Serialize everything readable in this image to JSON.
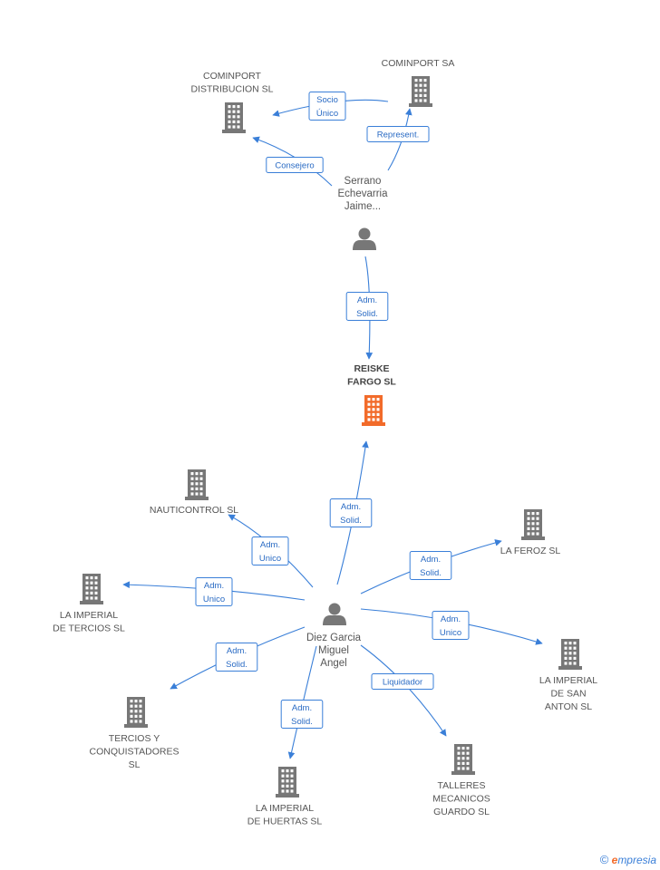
{
  "colors": {
    "company": "#777777",
    "focus_company": "#f26b2a",
    "person": "#777777",
    "edge": "#3a7fd8"
  },
  "nodes": [
    {
      "id": "cominport_sa",
      "kind": "company",
      "lines": [
        "COMINPORT SA"
      ]
    },
    {
      "id": "cominport_dist",
      "kind": "company",
      "lines": [
        "COMINPORT",
        "DISTRIBUCION SL"
      ]
    },
    {
      "id": "serrano",
      "kind": "person",
      "lines": [
        "Serrano",
        "Echevarria",
        "Jaime..."
      ]
    },
    {
      "id": "reiske",
      "kind": "focus",
      "lines": [
        "REISKE",
        "FARGO SL"
      ]
    },
    {
      "id": "diez",
      "kind": "person",
      "lines": [
        "Diez Garcia",
        "Miguel",
        "Angel"
      ]
    },
    {
      "id": "nauticontrol",
      "kind": "company",
      "lines": [
        "NAUTICONTROL SL"
      ]
    },
    {
      "id": "la_feroz",
      "kind": "company",
      "lines": [
        "LA FEROZ SL"
      ]
    },
    {
      "id": "imperial_tercios",
      "kind": "company",
      "lines": [
        "LA IMPERIAL",
        "DE TERCIOS SL"
      ]
    },
    {
      "id": "imperial_san_anton",
      "kind": "company",
      "lines": [
        "LA IMPERIAL",
        "DE SAN",
        "ANTON SL"
      ]
    },
    {
      "id": "tercios_conq",
      "kind": "company",
      "lines": [
        "TERCIOS Y",
        "CONQUISTADORES",
        "SL"
      ]
    },
    {
      "id": "imperial_huertas",
      "kind": "company",
      "lines": [
        "LA IMPERIAL",
        "DE HUERTAS SL"
      ]
    },
    {
      "id": "talleres",
      "kind": "company",
      "lines": [
        "TALLERES",
        "MECANICOS",
        "GUARDO SL"
      ]
    }
  ],
  "edges": [
    {
      "id": "e1",
      "from": "cominport_sa",
      "to": "cominport_dist",
      "label": [
        "Socio",
        "Único"
      ]
    },
    {
      "id": "e2",
      "from": "serrano",
      "to": "cominport_sa",
      "label": [
        "Represent."
      ]
    },
    {
      "id": "e3",
      "from": "serrano",
      "to": "cominport_dist",
      "label": [
        "Consejero"
      ]
    },
    {
      "id": "e4",
      "from": "serrano",
      "to": "reiske",
      "label": [
        "Adm.",
        "Solid."
      ]
    },
    {
      "id": "e5",
      "from": "diez",
      "to": "reiske",
      "label": [
        "Adm.",
        "Solid."
      ]
    },
    {
      "id": "e6",
      "from": "diez",
      "to": "nauticontrol",
      "label": [
        "Adm.",
        "Unico"
      ]
    },
    {
      "id": "e7",
      "from": "diez",
      "to": "la_feroz",
      "label": [
        "Adm.",
        "Solid."
      ]
    },
    {
      "id": "e8",
      "from": "diez",
      "to": "imperial_tercios",
      "label": [
        "Adm.",
        "Unico"
      ]
    },
    {
      "id": "e9",
      "from": "diez",
      "to": "imperial_san_anton",
      "label": [
        "Adm.",
        "Unico"
      ]
    },
    {
      "id": "e10",
      "from": "diez",
      "to": "tercios_conq",
      "label": [
        "Adm.",
        "Solid."
      ]
    },
    {
      "id": "e11",
      "from": "diez",
      "to": "imperial_huertas",
      "label": [
        "Adm.",
        "Solid."
      ]
    },
    {
      "id": "e12",
      "from": "diez",
      "to": "talleres",
      "label": [
        "Liquidador"
      ]
    }
  ],
  "footer": {
    "copyright_symbol": "©",
    "brand_initial": "e",
    "brand_rest": "mpresia"
  }
}
